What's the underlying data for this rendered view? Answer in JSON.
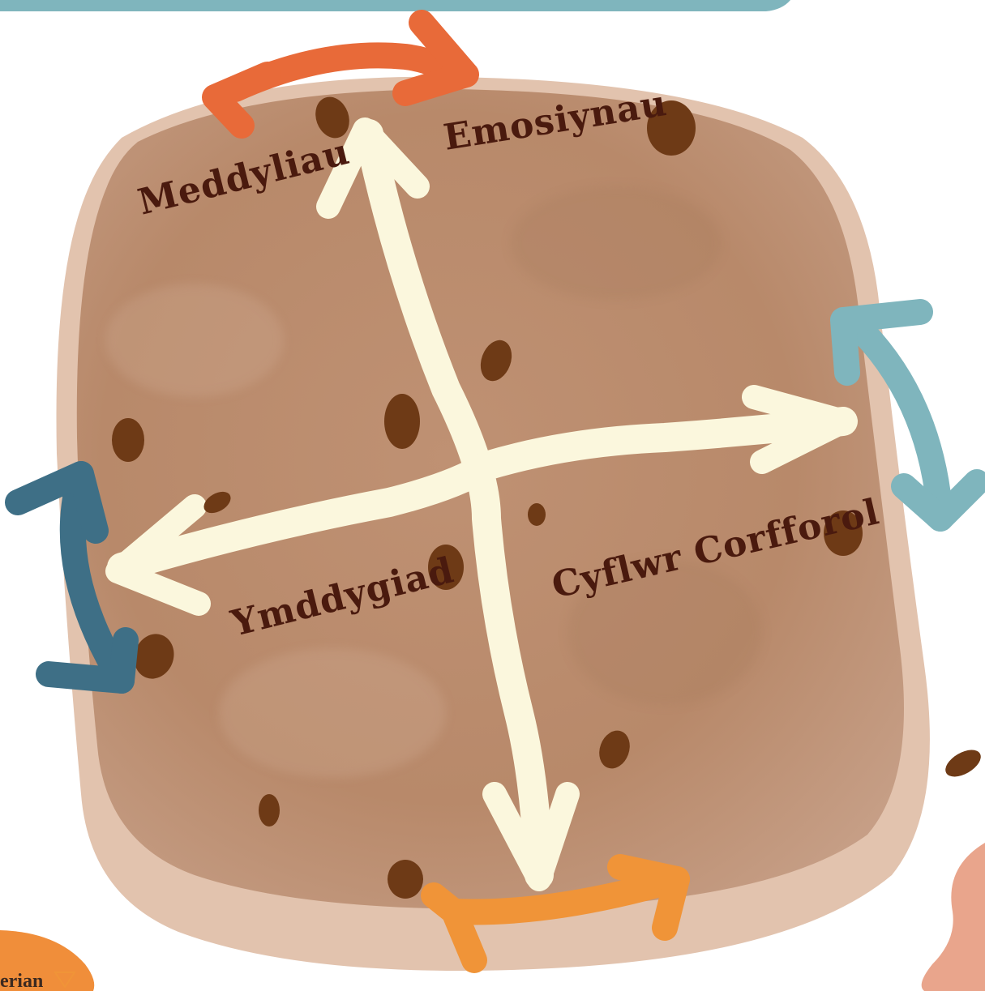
{
  "diagram": {
    "labels": {
      "thoughts": "Meddyliau",
      "emotions": "Emosiynau",
      "behaviour": "Ymddygiad",
      "physical": "Cyflwr Corfforol"
    },
    "brand_fragment": "erian"
  },
  "colors": {
    "banner": "#7fb5bd",
    "bread_crust": "#e2c3ae",
    "bread_inside": "#b98b6c",
    "cross": "#fbf7dd",
    "raisin": "#6e3a16",
    "label_text": "#4a1a0e",
    "arrow_top": "#e86a39",
    "arrow_right": "#7fb5bd",
    "arrow_left": "#3e6f86",
    "arrow_bottom": "#f09438",
    "blob_bottom_right": "#e9a58c",
    "blob_bottom_left": "#f08e3a"
  }
}
